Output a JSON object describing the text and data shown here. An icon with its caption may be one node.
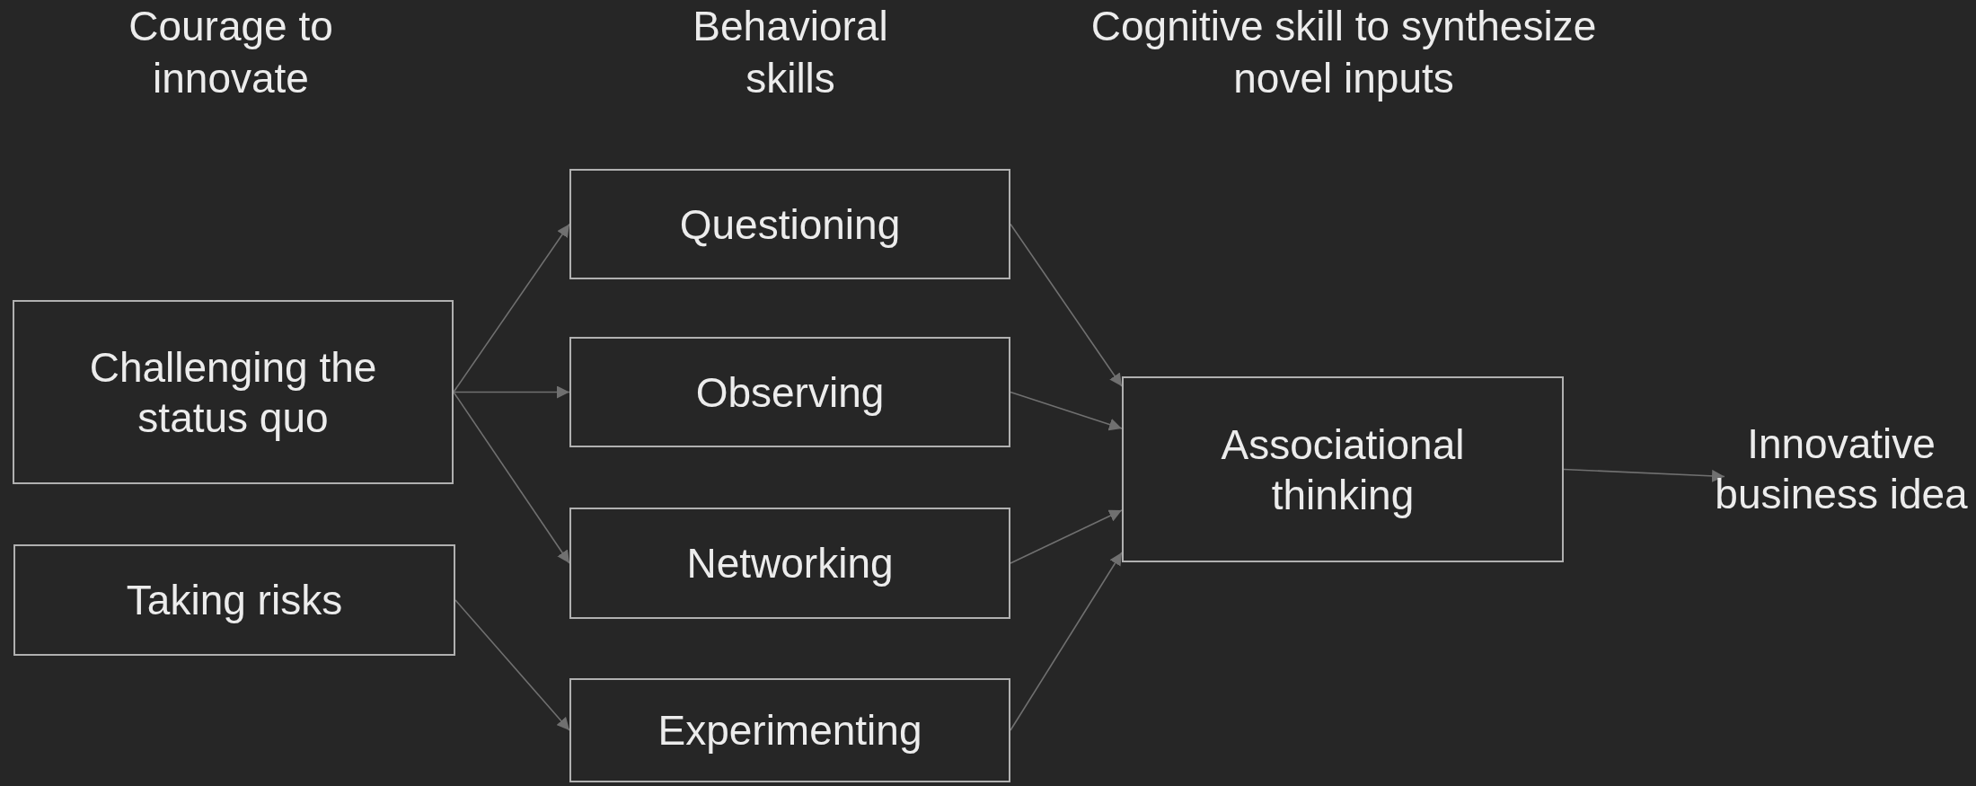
{
  "diagram": {
    "nodes": [
      {
        "text": [
          "Challenging the status quo"
        ]
      },
      {
        "text": [
          "Taking risks"
        ]
      },
      {
        "text": [
          "Questioning"
        ]
      },
      {
        "text": [
          "Observing"
        ]
      },
      {
        "text": [
          "Networking"
        ]
      },
      {
        "text": [
          "Experimenting"
        ]
      },
      {
        "text": [
          "Associational thinking"
        ]
      },
      {
        "text": [
          "Innovative business idea"
        ]
      }
    ],
    "edges": [
      {
        "from": 0,
        "to": 2,
        "arrow": "to"
      },
      {
        "from": 0,
        "to": 3,
        "arrow": "to"
      },
      {
        "from": 0,
        "to": 4,
        "arrow": "to"
      },
      {
        "from": 1,
        "to": 5,
        "arrow": "to"
      },
      {
        "from": 2,
        "to": 6,
        "arrow": "to"
      },
      {
        "from": 3,
        "to": 6,
        "arrow": "to"
      },
      {
        "from": 4,
        "to": 6,
        "arrow": "to"
      },
      {
        "from": 5,
        "to": 6,
        "arrow": "to"
      },
      {
        "from": 6,
        "to": 7,
        "arrow": "to"
      }
    ],
    "labels": [
      "Courage to innovate",
      "Behavioral skills",
      "Cognitive skill to synthesize novel inputs"
    ]
  }
}
